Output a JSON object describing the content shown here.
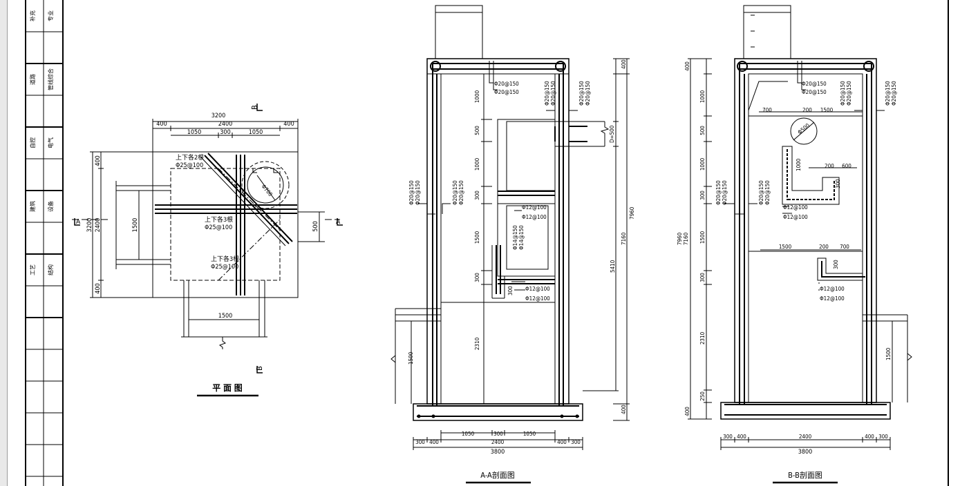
{
  "titleblock": {
    "rows": [
      [
        "补充",
        "专业"
      ],
      [
        "",
        ""
      ],
      [
        "道路",
        "管线综合"
      ],
      [
        "",
        ""
      ],
      [
        "自控",
        "电气"
      ],
      [
        "",
        ""
      ],
      [
        "建筑",
        "设备"
      ],
      [
        "",
        ""
      ],
      [
        "工艺",
        "结构"
      ],
      [
        "",
        ""
      ]
    ]
  },
  "plan": {
    "title": "平 面 图",
    "section_mark_b": "B",
    "section_mark_a": "A",
    "dims_top": {
      "total": "3200",
      "inner": "2400",
      "side_l": "400",
      "side_r": "400",
      "a": "1050",
      "b": "300",
      "c": "1050"
    },
    "dims_left": {
      "total": "3200",
      "inner": "2400",
      "top": "400",
      "bot": "400",
      "pipe": "1500"
    },
    "dim_bottom_pipe": "1500",
    "dim_right_pipe": "500",
    "circle_label": "Φ700",
    "rebar_1a": "上下各2根",
    "rebar_1b": "Φ25@100",
    "rebar_2a": "上下各3根",
    "rebar_2b": "Φ25@100",
    "rebar_3a": "上下各3根",
    "rebar_3b": "Φ25@100"
  },
  "section_aa": {
    "title": "A-A剖面图",
    "rebar_20": "Φ20@150",
    "rebar_12": "Φ12@100",
    "rebar_14": "Φ14@150",
    "pipe_label": "D=500",
    "dims_left": [
      "1000",
      "500",
      "1000",
      "300",
      "1500",
      "300",
      "2310"
    ],
    "dim_1500": "1500",
    "dims_right": {
      "top": "400",
      "total": "7960",
      "inner": "7160",
      "lower": "5410",
      "bottom": "400"
    },
    "dim_300": "300",
    "dims_bottom_1": [
      "1050",
      "300",
      "1050"
    ],
    "dims_bottom_2": [
      "300",
      "400",
      "2400",
      "400",
      "300"
    ],
    "dim_total": "3800"
  },
  "section_bb": {
    "title": "B-B剖面图",
    "rebar_20": "Φ20@150",
    "rebar_12": "Φ12@100",
    "circle_label": "Φ500",
    "dims_top_row": [
      "700",
      "200",
      "1500"
    ],
    "dims_mid_row": [
      "200",
      "600"
    ],
    "dim_300a": "300",
    "dim_1000": "1000",
    "dims_low_row": [
      "1500",
      "200",
      "700"
    ],
    "dim_300b": "300",
    "dims_left": [
      "400",
      "1000",
      "500",
      "1000",
      "300",
      "1500",
      "300",
      "2310",
      "250",
      "400"
    ],
    "dims_left_total": [
      "7960",
      "7160"
    ],
    "dim_right_1500": "1500",
    "dims_bottom": [
      "300",
      "400",
      "2400",
      "400",
      "300"
    ],
    "dim_total": "3800"
  }
}
